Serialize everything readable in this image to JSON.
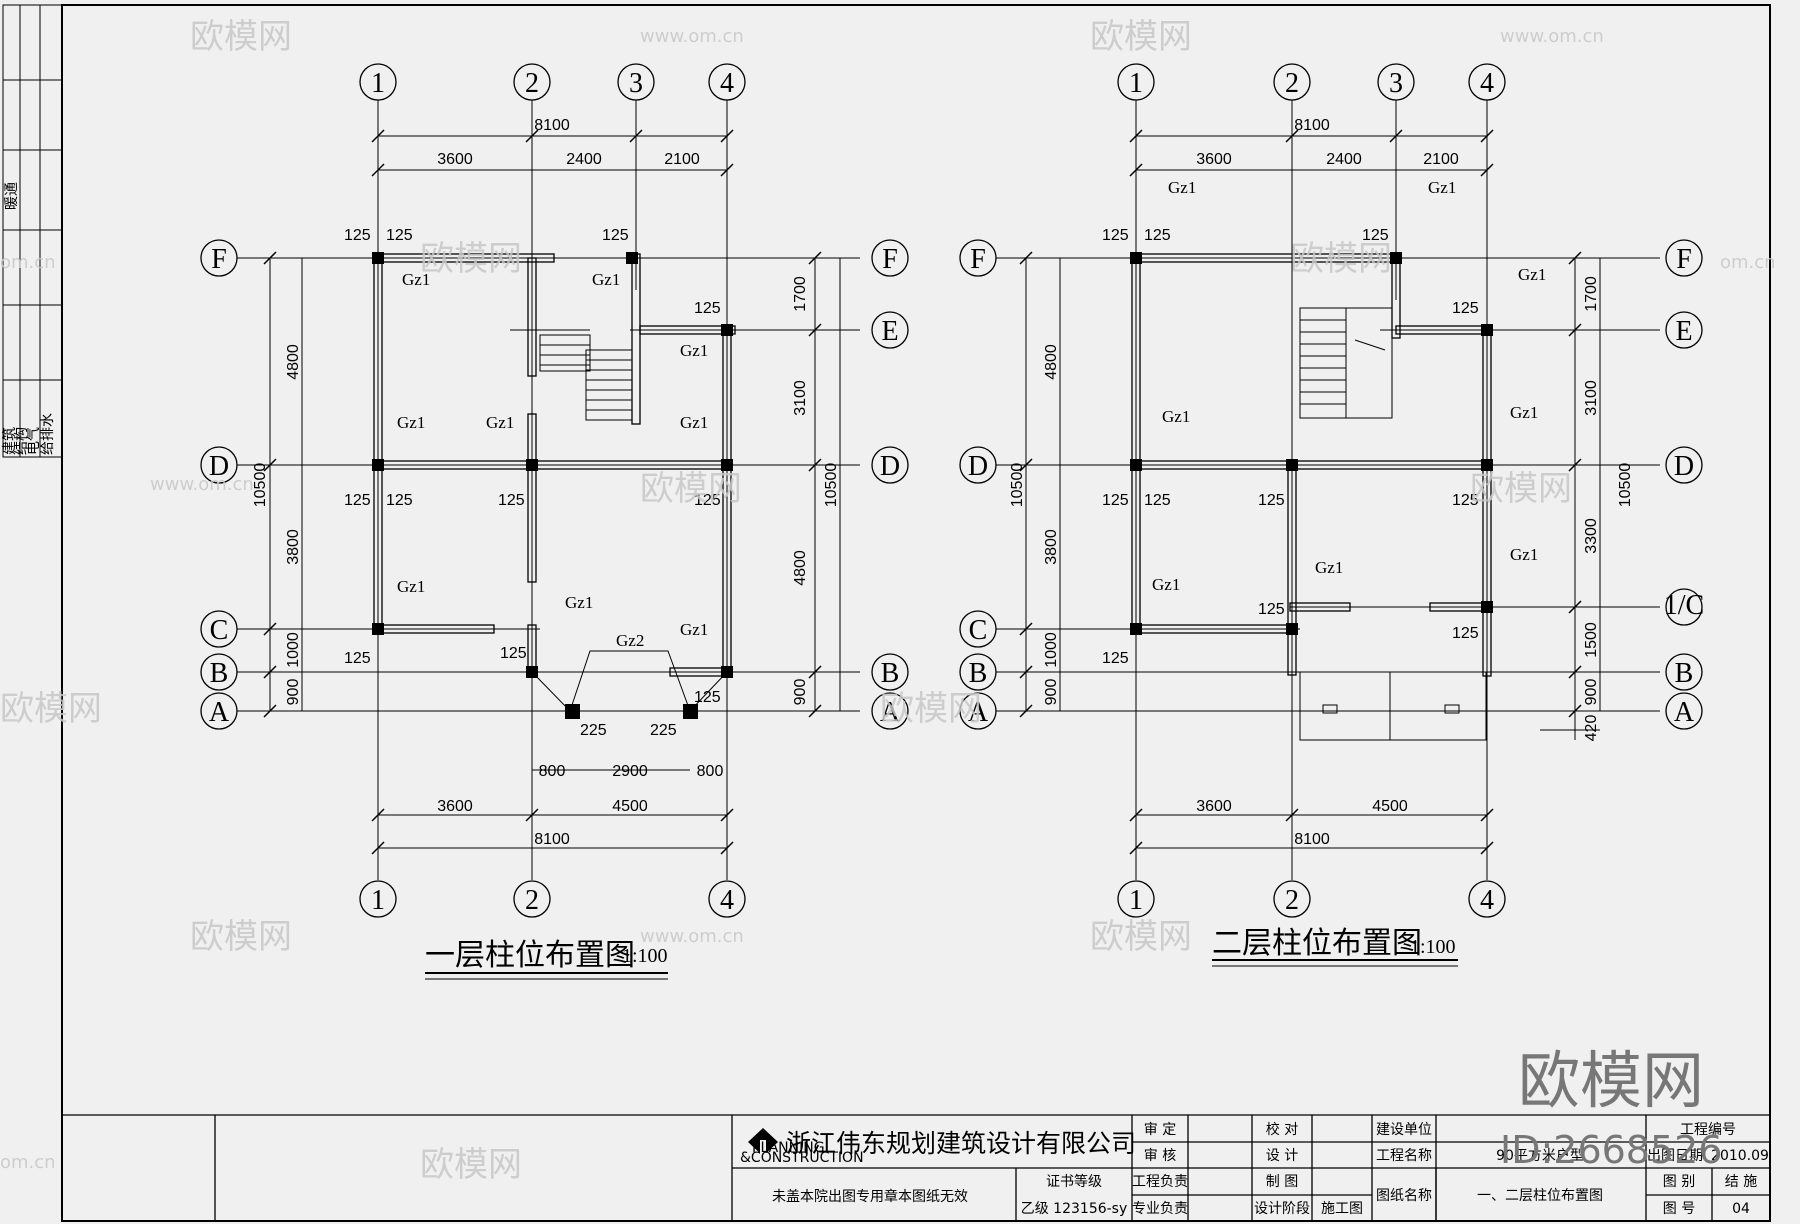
{
  "plans": [
    {
      "title": "一层柱位布置图",
      "scale": "1:100",
      "axes_top": [
        "1",
        "2",
        "3",
        "4"
      ],
      "axes_bottom": [
        "1",
        "2",
        "4"
      ],
      "axes_left": [
        "F",
        "D",
        "C",
        "B",
        "A"
      ],
      "axes_right": [
        "F",
        "E",
        "D",
        "B",
        "A"
      ],
      "dims": {
        "total_top": "8100",
        "bay1": "3600",
        "bay2": "2400",
        "bay3": "2100",
        "bottom_bay1": "3600",
        "bottom_bay2": "4500",
        "total_bottom": "8100",
        "porch_left": "800",
        "porch_mid": "2900",
        "porch_right": "800",
        "left_FD": "4800",
        "left_DC": "3800",
        "left_CB": "1000",
        "left_BA": "900",
        "left_total": "10500",
        "right_FE": "1700",
        "right_ED": "3100",
        "right_DB": "4800",
        "right_BA": "900",
        "right_total": "10500",
        "offset": "125",
        "offset_225": "225"
      },
      "column_label": "Gz1",
      "porch_column_label": "Gz2"
    },
    {
      "title": "二层柱位布置图",
      "scale": "1:100",
      "axes_top": [
        "1",
        "2",
        "3",
        "4"
      ],
      "axes_bottom": [
        "1",
        "2",
        "4"
      ],
      "axes_left": [
        "F",
        "D",
        "C",
        "B",
        "A"
      ],
      "axes_right": [
        "F",
        "E",
        "D",
        "1/C",
        "B",
        "A"
      ],
      "dims": {
        "total_top": "8100",
        "bay1": "3600",
        "bay2": "2400",
        "bay3": "2100",
        "bottom_bay1": "3600",
        "bottom_bay2": "4500",
        "total_bottom": "8100",
        "left_FD": "4800",
        "left_DC": "3800",
        "left_CB": "1000",
        "left_BA": "900",
        "left_total": "10500",
        "right_FE": "1700",
        "right_ED": "3100",
        "right_D1C": "3300",
        "right_1CB": "1500",
        "right_BA": "900",
        "right_BA_extra": "420",
        "right_total": "10500",
        "offset": "125"
      },
      "column_label": "Gz1"
    }
  ],
  "side_strip": {
    "hvac": "暖通",
    "row1": "建筑",
    "row2": "结构",
    "row3": "电气",
    "row4": "给排水"
  },
  "title_block": {
    "company": "浙江伟东规划建筑设计有限公司",
    "logo_line1": "PLANNING",
    "logo_line2": "&CONSTRUCTION",
    "notice": "未盖本院出图专用章本图纸无效",
    "cert_grade_label": "证书等级",
    "cert_grade_value": "乙级 123156-sy",
    "approve": "审 定",
    "review": "审 核",
    "project_lead": "工程负责",
    "specialty_lead": "专业负责",
    "check": "校 对",
    "design": "设 计",
    "draw": "制 图",
    "design_stage": "设计阶段",
    "stage_value": "施工图",
    "client_label": "建设单位",
    "project_name_label": "工程名称",
    "project_name": "90平方米户型",
    "drawing_name_label": "图纸名称",
    "drawing_name": "一、二层柱位布置图",
    "project_no_label": "工程编号",
    "date_label": "出图日期",
    "date_value": "2010.09",
    "category_label": "图 别",
    "category_value": "结 施",
    "sheet_label": "图 号",
    "sheet_value": "04"
  },
  "watermarks": {
    "brand": "欧模网",
    "site": "www.om.cn",
    "short": "om.cn",
    "id": "ID:2668526"
  }
}
